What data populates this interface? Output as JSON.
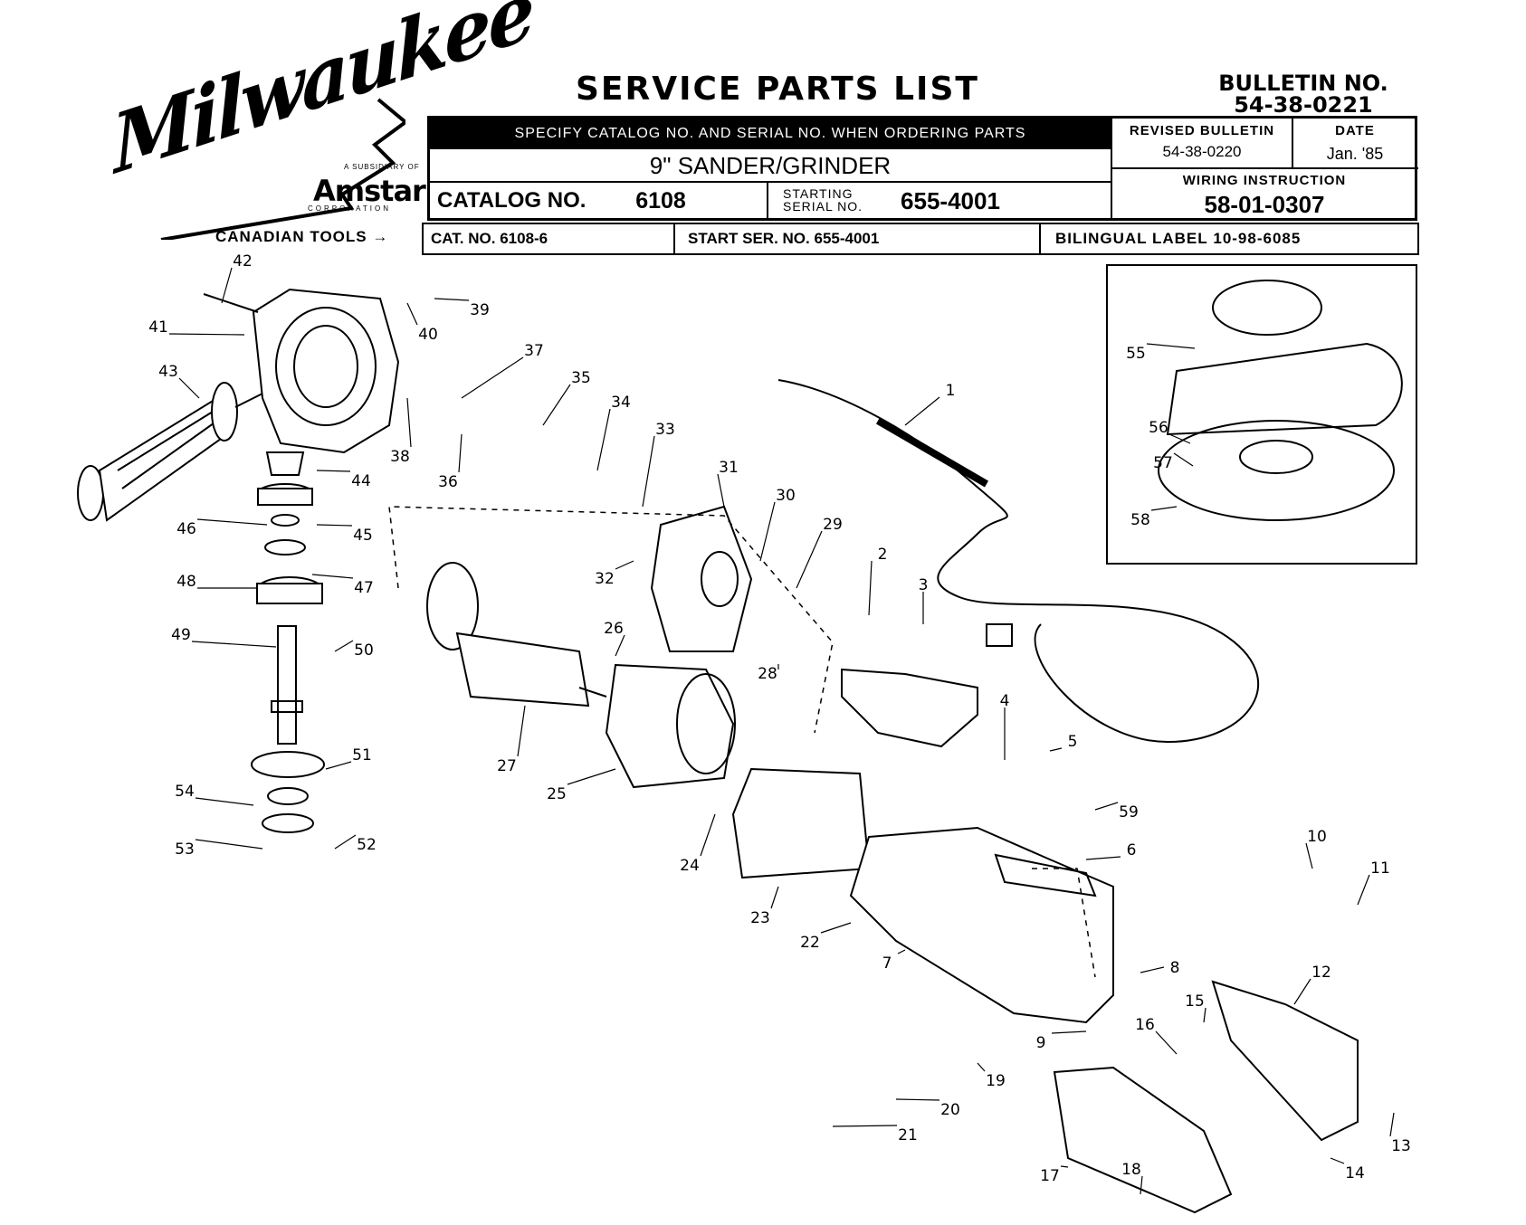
{
  "logo": {
    "brand": "Milwaukee",
    "subsidiary": "A SUBSIDIARY OF",
    "parent": "Amstar",
    "parent_sub": "CORPORATION"
  },
  "header": {
    "title": "SERVICE PARTS LIST",
    "bulletin_label": "BULLETIN NO.",
    "bulletin_no": "54-38-0221"
  },
  "table": {
    "specify": "SPECIFY CATALOG NO. AND SERIAL NO. WHEN ORDERING PARTS",
    "product": "9\" SANDER/GRINDER",
    "catalog_label": "CATALOG NO.",
    "catalog_no": "6108",
    "starting_label_1": "STARTING",
    "starting_label_2": "SERIAL NO.",
    "serial_no": "655-4001",
    "revised_label": "REVISED BULLETIN",
    "revised_no": "54-38-0220",
    "date_label": "DATE",
    "date_value": "Jan. '85",
    "wiring_label": "WIRING INSTRUCTION",
    "wiring_no": "58-01-0307"
  },
  "canadian": {
    "label": "CANADIAN TOOLS",
    "cat_label": "CAT. NO.",
    "cat_no": "6108-6",
    "start_label": "START SER. NO.",
    "start_no": "655-4001",
    "bilingual_label": "BILINGUAL LABEL",
    "bilingual_no": "10-98-6085"
  },
  "parts": [
    "1",
    "2",
    "3",
    "4",
    "5",
    "6",
    "7",
    "8",
    "9",
    "10",
    "11",
    "12",
    "13",
    "14",
    "15",
    "16",
    "17",
    "18",
    "19",
    "20",
    "21",
    "22",
    "23",
    "24",
    "25",
    "26",
    "27",
    "28",
    "29",
    "30",
    "31",
    "32",
    "33",
    "34",
    "35",
    "36",
    "37",
    "38",
    "39",
    "40",
    "41",
    "42",
    "43",
    "44",
    "45",
    "46",
    "47",
    "48",
    "49",
    "50",
    "51",
    "52",
    "53",
    "54",
    "55",
    "56",
    "57",
    "58",
    "59"
  ]
}
